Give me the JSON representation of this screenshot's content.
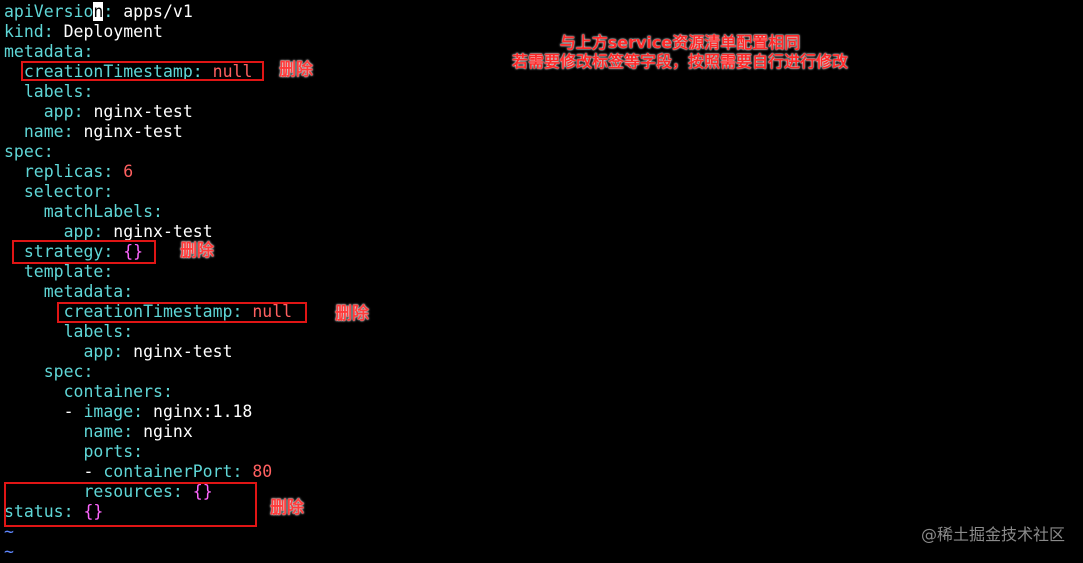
{
  "editor": {
    "lines": [
      {
        "indent": "",
        "key": "apiVersio",
        "cursor": "n",
        "sep": ": ",
        "value": "apps/v1",
        "vtype": "plain"
      },
      {
        "indent": "",
        "key": "kind",
        "sep": ": ",
        "value": "Deployment",
        "vtype": "plain"
      },
      {
        "indent": "",
        "key": "metadata",
        "sep": ":",
        "value": "",
        "vtype": "plain"
      },
      {
        "indent": "  ",
        "key": "creationTimestamp",
        "sep": ": ",
        "value": "null",
        "vtype": "null"
      },
      {
        "indent": "  ",
        "key": "labels",
        "sep": ":",
        "value": "",
        "vtype": "plain"
      },
      {
        "indent": "    ",
        "key": "app",
        "sep": ": ",
        "value": "nginx-test",
        "vtype": "plain"
      },
      {
        "indent": "  ",
        "key": "name",
        "sep": ": ",
        "value": "nginx-test",
        "vtype": "plain"
      },
      {
        "indent": "",
        "key": "spec",
        "sep": ":",
        "value": "",
        "vtype": "plain"
      },
      {
        "indent": "  ",
        "key": "replicas",
        "sep": ": ",
        "value": "6",
        "vtype": "num"
      },
      {
        "indent": "  ",
        "key": "selector",
        "sep": ":",
        "value": "",
        "vtype": "plain"
      },
      {
        "indent": "    ",
        "key": "matchLabels",
        "sep": ":",
        "value": "",
        "vtype": "plain"
      },
      {
        "indent": "      ",
        "key": "app",
        "sep": ": ",
        "value": "nginx-test",
        "vtype": "plain"
      },
      {
        "indent": "  ",
        "key": "strategy",
        "sep": ": ",
        "value": "{}",
        "vtype": "brace"
      },
      {
        "indent": "  ",
        "key": "template",
        "sep": ":",
        "value": "",
        "vtype": "plain"
      },
      {
        "indent": "    ",
        "key": "metadata",
        "sep": ":",
        "value": "",
        "vtype": "plain"
      },
      {
        "indent": "      ",
        "key": "creationTimestamp",
        "sep": ": ",
        "value": "null",
        "vtype": "null"
      },
      {
        "indent": "      ",
        "key": "labels",
        "sep": ":",
        "value": "",
        "vtype": "plain"
      },
      {
        "indent": "        ",
        "key": "app",
        "sep": ": ",
        "value": "nginx-test",
        "vtype": "plain"
      },
      {
        "indent": "    ",
        "key": "spec",
        "sep": ":",
        "value": "",
        "vtype": "plain"
      },
      {
        "indent": "      ",
        "key": "containers",
        "sep": ":",
        "value": "",
        "vtype": "plain"
      },
      {
        "indent": "      - ",
        "key": "image",
        "sep": ": ",
        "value": "nginx:1.18",
        "vtype": "plain"
      },
      {
        "indent": "        ",
        "key": "name",
        "sep": ": ",
        "value": "nginx",
        "vtype": "plain"
      },
      {
        "indent": "        ",
        "key": "ports",
        "sep": ":",
        "value": "",
        "vtype": "plain"
      },
      {
        "indent": "        - ",
        "key": "containerPort",
        "sep": ": ",
        "value": "80",
        "vtype": "num"
      },
      {
        "indent": "        ",
        "key": "resources",
        "sep": ": ",
        "value": "{}",
        "vtype": "brace"
      },
      {
        "indent": "",
        "key": "status",
        "sep": ": ",
        "value": "{}",
        "vtype": "brace"
      },
      {
        "indent": "",
        "key": "",
        "sep": "",
        "value": "~",
        "vtype": "tilde"
      },
      {
        "indent": "",
        "key": "",
        "sep": "",
        "value": "~",
        "vtype": "tilde"
      }
    ]
  },
  "annotations": {
    "delete_label": "删除",
    "note_line1": "与上方service资源清单配置相同",
    "note_line2": "若需要修改标签等字段，按照需要自行进行修改"
  },
  "watermark": "@稀土掘金技术社区",
  "colors": {
    "background": "#000000",
    "key": "#5fd7d7",
    "number": "#ff6060",
    "brace": "#ff66ff",
    "annotation_red": "#e01515"
  }
}
